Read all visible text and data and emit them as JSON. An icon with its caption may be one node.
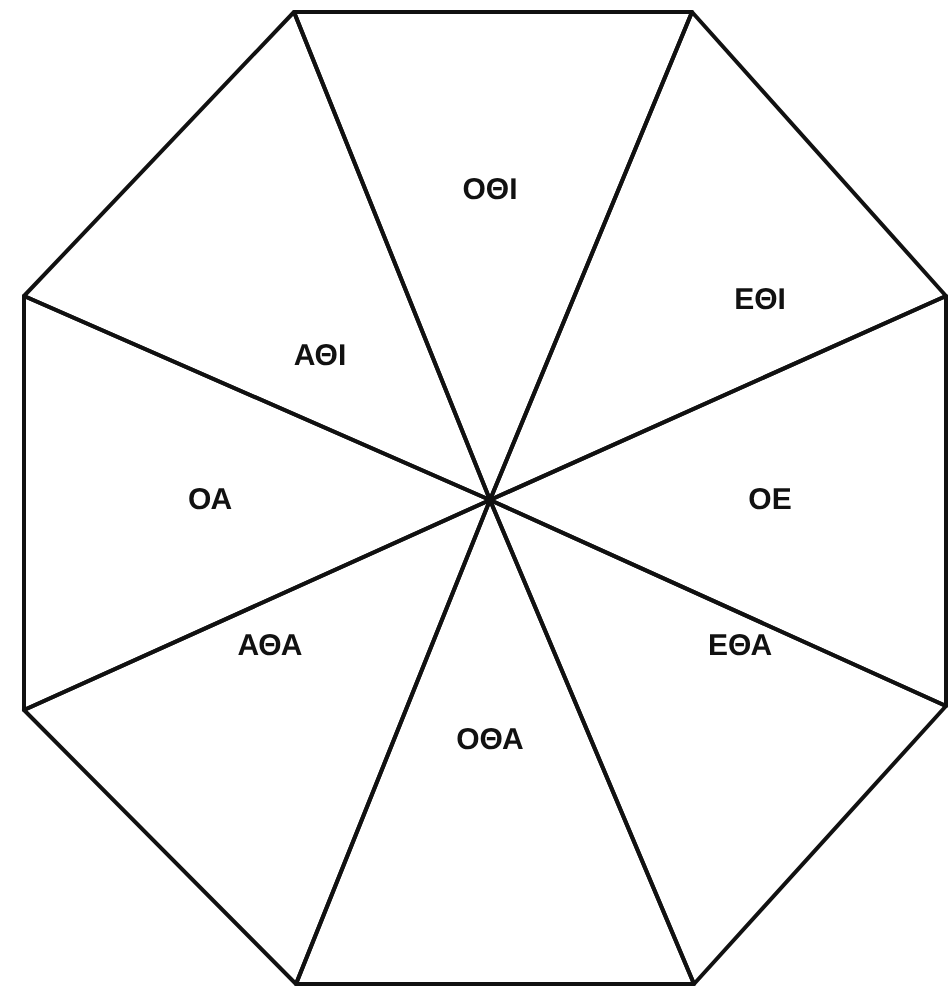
{
  "diagram": {
    "nodes": [
      {
        "text": [
          "ΟΘΙ"
        ]
      },
      {
        "text": [
          "ΑΘΙ"
        ]
      },
      {
        "text": [
          "ΕΘΙ"
        ]
      },
      {
        "text": [
          "ΟΑ"
        ]
      },
      {
        "text": [
          "ΟΕ"
        ]
      },
      {
        "text": [
          "ΑΘΑ"
        ]
      },
      {
        "text": [
          "ΕΘΑ"
        ]
      },
      {
        "text": [
          "ΟΘΑ"
        ]
      }
    ]
  }
}
